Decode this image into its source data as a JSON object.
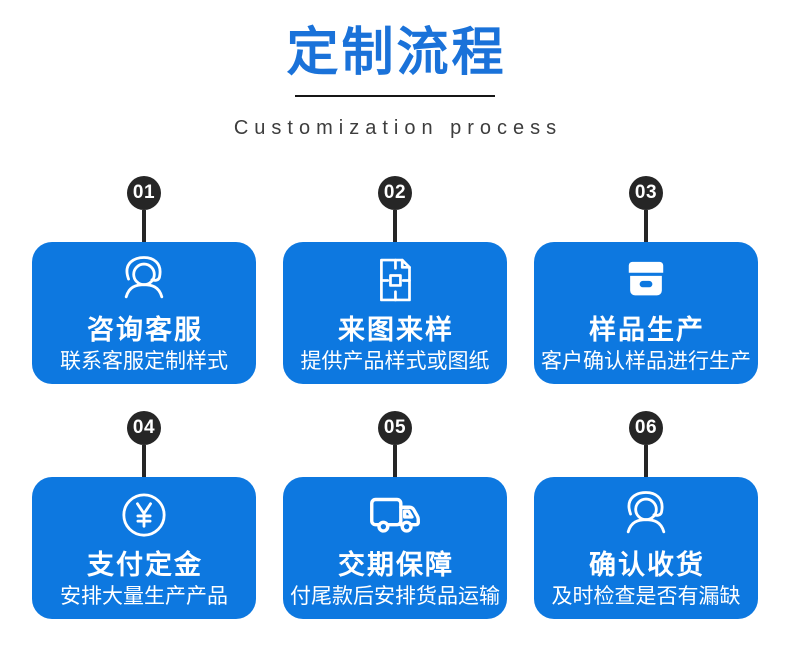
{
  "header": {
    "title": "定制流程",
    "subtitle": "Customization process"
  },
  "colors": {
    "card_blue": "#0d78e0",
    "heading_blue": "#1a72d9",
    "badge_black": "#262626",
    "subtitle_gray": "#3d3d3d"
  },
  "steps": [
    {
      "number": "01",
      "icon": "headset-agent-icon",
      "title": "咨询客服",
      "desc": "联系客服定制样式"
    },
    {
      "number": "02",
      "icon": "blueprint-document-icon",
      "title": "来图来样",
      "desc": "提供产品样式或图纸"
    },
    {
      "number": "03",
      "icon": "sample-box-icon",
      "title": "样品生产",
      "desc": "客户确认样品进行生产"
    },
    {
      "number": "04",
      "icon": "yuan-coin-icon",
      "title": "支付定金",
      "desc": "安排大量生产产品"
    },
    {
      "number": "05",
      "icon": "delivery-truck-icon",
      "title": "交期保障",
      "desc": "付尾款后安排货品运输"
    },
    {
      "number": "06",
      "icon": "headset-agent-icon",
      "title": "确认收货",
      "desc": "及时检查是否有漏缺"
    }
  ]
}
